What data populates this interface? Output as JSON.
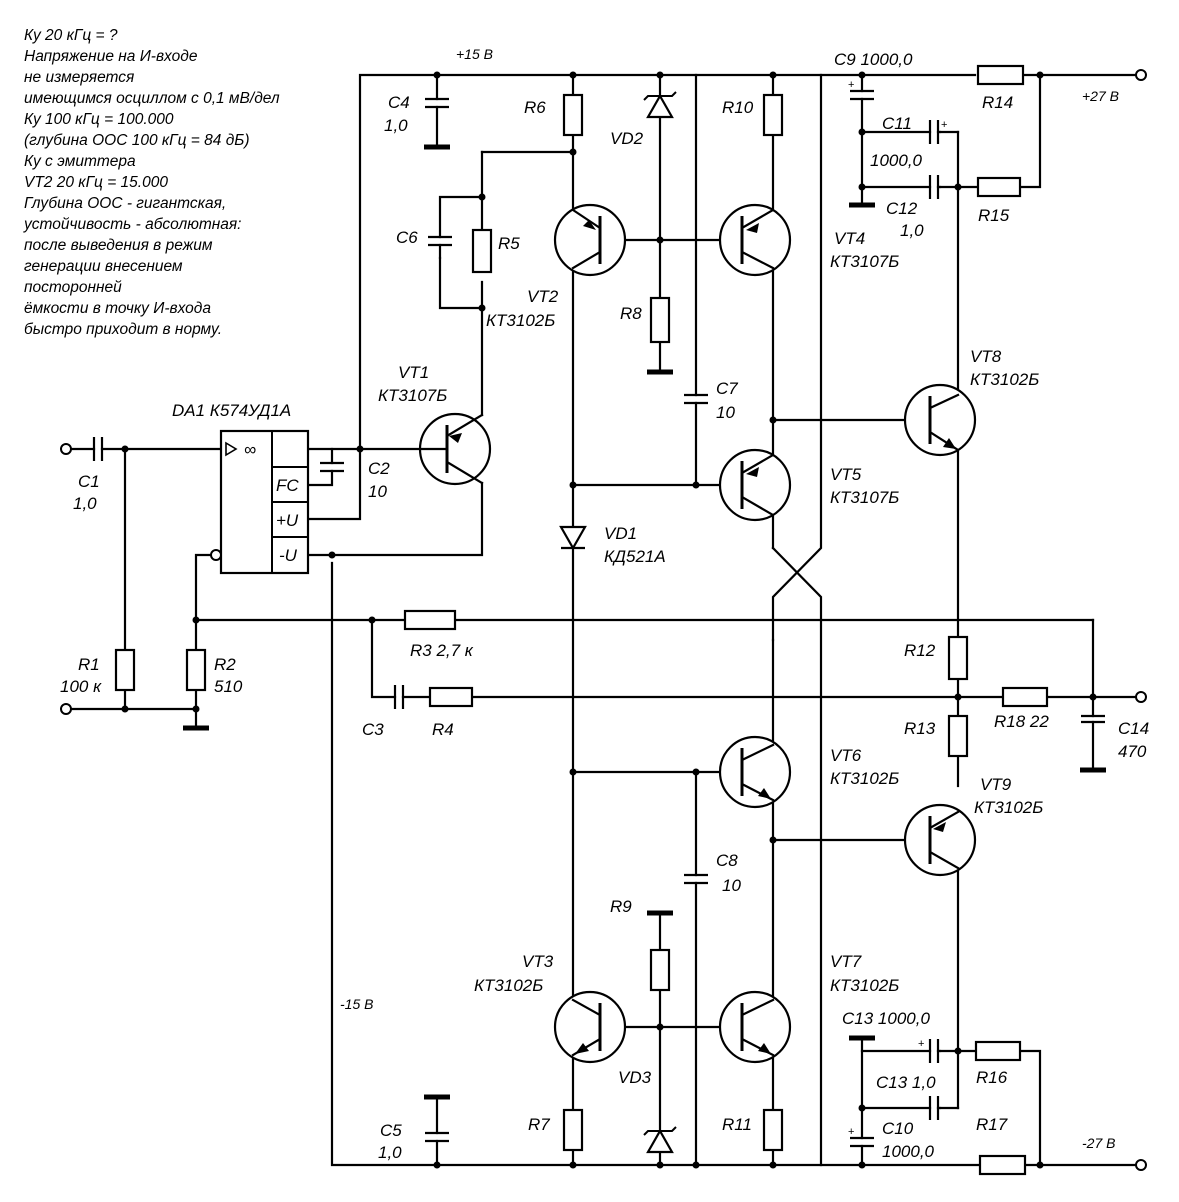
{
  "notes": [
    "Ку 20 кГц = ?",
    "Напряжение на И-входе",
    "не измеряется",
    "имеющимся осциллом с 0,1 мВ/дел",
    "Ку 100 кГц = 100.000",
    "(глубина ООС 100 кГц = 84 дБ)",
    "Ку с эмиттера",
    "VT2 20 кГц = 15.000",
    "Глубина ООС - гигантская,",
    " устойчивость - абсолютная:",
    "после выведения в режим",
    "генерации внесением",
    "посторонней",
    "ёмкости в точку И-входа",
    "быстро приходит в норму."
  ],
  "rails": {
    "pos15": "+15 В",
    "neg15": "-15 В",
    "pos27": "+27 В",
    "neg27": "-27 В"
  },
  "opamp": {
    "name": "DA1 К574УД1А",
    "pin_inf": "∞",
    "pin_fc": "FC",
    "pin_pos": "+U",
    "pin_neg": "-U"
  },
  "components": {
    "C1": "C1",
    "C1_val": "1,0",
    "R1": "R1",
    "R1_val": "100 к",
    "R2": "R2",
    "R2_val": "510",
    "C2": "C2",
    "C2_val": "10",
    "C3": "C3",
    "R3": "R3  2,7 к",
    "R4": "R4",
    "C4": "C4",
    "C4_val": "1,0",
    "C5": "C5",
    "C5_val": "1,0",
    "C6": "C6",
    "R5": "R5",
    "R6": "R6",
    "R7": "R7",
    "R8": "R8",
    "R9": "R9",
    "R10": "R10",
    "R11": "R11",
    "R12": "R12",
    "R13": "R13",
    "R14": "R14",
    "R15": "R15",
    "R16": "R16",
    "R17": "R17",
    "R18": "R18  22",
    "C7": "C7",
    "C7_val": "10",
    "C8": "C8",
    "C8_val": "10",
    "C9": "C9  1000,0",
    "C10": "C10",
    "C10_val": "1000,0",
    "C11": "C11",
    "C11_val": "1000,0",
    "C12": "C12",
    "C12_val": "1,0",
    "C13a": "C13  1000,0",
    "C13b": "C13  1,0",
    "C14": "C14",
    "C14_val": "470",
    "VD1": "VD1",
    "VD1_type": "КД521А",
    "VD2": "VD2",
    "VD3": "VD3"
  },
  "transistors": {
    "VT1": "VT1",
    "VT1_type": "КТ3107Б",
    "VT2": "VT2",
    "VT2_type": "КТ3102Б",
    "VT3": "VT3",
    "VT3_type": "КТ3102Б",
    "VT4": "VT4",
    "VT4_type": "КТ3107Б",
    "VT5": "VT5",
    "VT5_type": "КТ3107Б",
    "VT6": "VT6",
    "VT6_type": "КТ3102Б",
    "VT7": "VT7",
    "VT7_type": "КТ3102Б",
    "VT8": "VT8",
    "VT8_type": "КТ3102Б",
    "VT9": "VT9",
    "VT9_type": "КТ3102Б"
  }
}
